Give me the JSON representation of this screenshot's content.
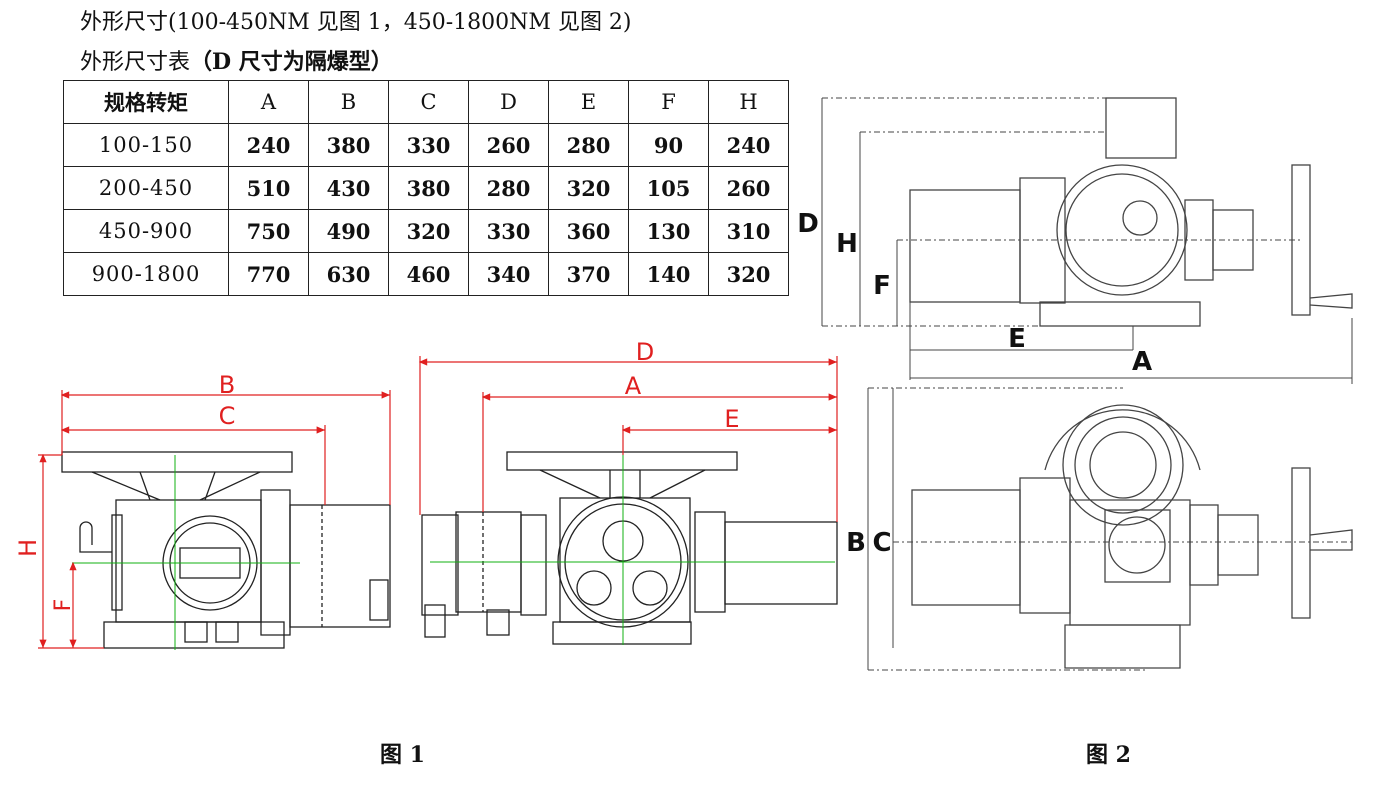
{
  "header": {
    "line1": "外形尺寸(100-450NM 见图 1，450-1800NM 见图 2)",
    "line2_prefix": "外形尺寸表",
    "line2_bold": "（D 尺寸为隔爆型）"
  },
  "table": {
    "headers": [
      "规格转矩",
      "A",
      "B",
      "C",
      "D",
      "E",
      "F",
      "H"
    ],
    "rows": [
      [
        "100-150",
        "240",
        "380",
        "330",
        "260",
        "280",
        "90",
        "240"
      ],
      [
        "200-450",
        "510",
        "430",
        "380",
        "280",
        "320",
        "105",
        "260"
      ],
      [
        "450-900",
        "750",
        "490",
        "320",
        "330",
        "360",
        "130",
        "310"
      ],
      [
        "900-1800",
        "770",
        "630",
        "460",
        "340",
        "370",
        "140",
        "320"
      ]
    ]
  },
  "figure1": {
    "caption": "图 1",
    "labels": {
      "B": "B",
      "C": "C",
      "H": "H",
      "F": "F",
      "D": "D",
      "A": "A",
      "E": "E"
    }
  },
  "figure2": {
    "caption": "图 2",
    "labels": {
      "D": "D",
      "H": "H",
      "F": "F",
      "E": "E",
      "A": "A",
      "B": "B",
      "C": "C"
    }
  },
  "colors": {
    "dimension_line": "#e02020",
    "centerline": "#10b010",
    "ink": "#222222"
  }
}
